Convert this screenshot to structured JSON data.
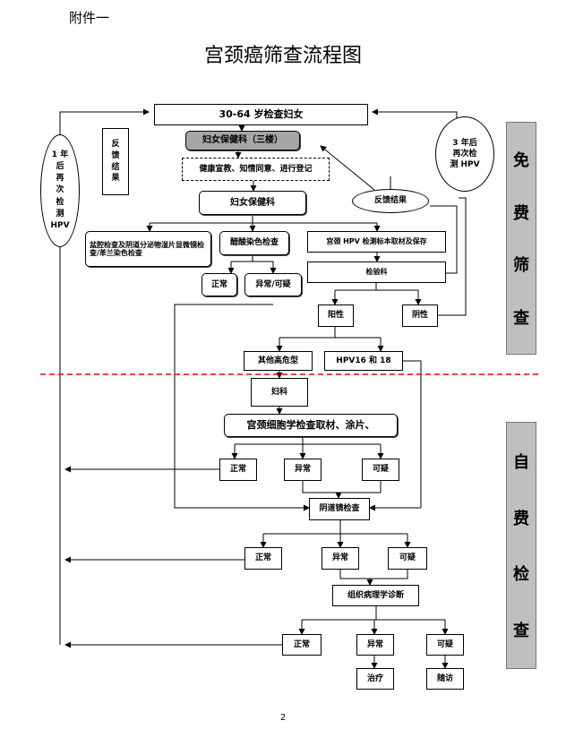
{
  "annex_label": "附件一",
  "title": "宫颈癌筛查流程图",
  "page_number": "2",
  "side_labels": {
    "free": [
      "免",
      "费",
      "筛",
      "查"
    ],
    "self": [
      "自",
      "费",
      "检",
      "查"
    ]
  },
  "nodes": {
    "women_30_64": "30-64 岁检查妇女",
    "health_dept_3f": "妇女保健科（三楼）",
    "education": "健康宣教、知情同意、进行登记",
    "health_dept": "妇女保健科",
    "feedback_result": "反馈结果",
    "pelvic_exam": "盆腔检查及阴道分泌物湿片显微镜检查/革兰染色检查",
    "via": "醋酸染色检查",
    "hpv_sampling": "宫颈 HPV 检测标本取材及保存",
    "normal_1": "正常",
    "abnormal_suspect_1": "异常/可疑",
    "lab": "检验科",
    "positive": "阳性",
    "negative": "阴性",
    "other_high_risk": "其他高危型",
    "hpv_16_18": "HPV16 和 18",
    "gynecology": "妇科",
    "cytology": "宫颈细胞学检查取材、涂片、",
    "normal_2": "正常",
    "abnormal_2": "异常",
    "suspect_2": "可疑",
    "colposcopy": "阴道镜检查",
    "normal_3": "正常",
    "abnormal_3": "异常",
    "suspect_3": "可疑",
    "pathology": "组织病理学诊断",
    "normal_4": "正常",
    "abnormal_4": "异常",
    "suspect_4": "可疑",
    "treatment": "治疗",
    "followup": "随访"
  },
  "side_notes": {
    "feedback_vertical": [
      "反",
      "馈",
      "结",
      "果"
    ],
    "retest_1yr": [
      "1 年",
      "后",
      "再",
      "次",
      "检",
      "测",
      "HPV"
    ],
    "retest_3yr": [
      "3 年后",
      "再次检",
      "测 HPV"
    ]
  }
}
